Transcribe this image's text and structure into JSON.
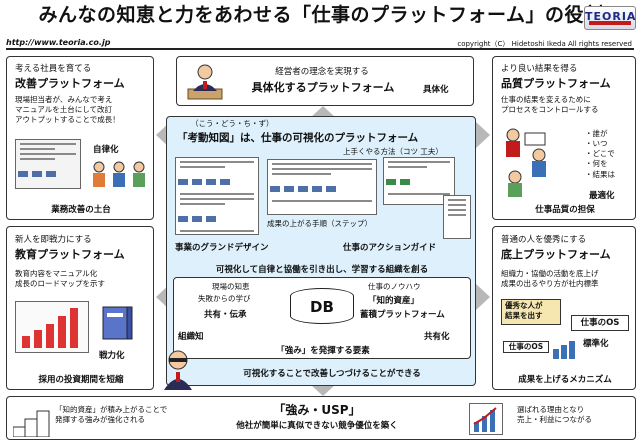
{
  "title": "みんなの知恵と力をあわせる「仕事のプラットフォーム」の役割",
  "url": "http://www.teoria.co.jp",
  "copyright": "copyright（C） Hidetoshi Ikeda All rights reserved",
  "logo": "TEORIA",
  "top_center": {
    "line1": "経営者の理念を実現する",
    "line2": "具体化するプラットフォーム",
    "side": "具体化"
  },
  "top_left": {
    "line1": "考える社員を育てる",
    "line2": "改善プラットフォーム",
    "desc": "現場担当者が、みんなで考え\nマニュアルを土台にして改訂\nアウトプットすることで成長！",
    "side_label": "自律化",
    "bottom": "業務改善の土台"
  },
  "top_right": {
    "line1": "より良い結果を得る",
    "line2": "品質プラットフォーム",
    "desc": "仕事の結果を変えるために\nプロセスをコントロールする",
    "list": [
      "・誰が",
      "・いつ",
      "・どこで",
      "・何を",
      "・結果は"
    ],
    "side_label": "最適化",
    "bottom": "仕事品質の担保"
  },
  "mid_left": {
    "line1": "新人を即戦力にする",
    "line2": "教育プラットフォーム",
    "desc": "教育内容をマニュアル化\n成長のロードマップを示す",
    "side_label": "戦力化",
    "bottom": "採用の投資期間を短縮"
  },
  "mid_right": {
    "line1": "普通の人を優秀にする",
    "line2": "底上プラットフォーム",
    "desc": "組織力・協働の活動を底上げ\n成果の出るやり方が社内標準",
    "tag1": "優秀な人が\n結果を出す",
    "tag2": "仕事のOS",
    "tag3": "仕事のOS",
    "side_label": "標準化",
    "bottom": "成果を上げるメカニズム"
  },
  "center": {
    "ruby": "（こう・どう・ち・ず）",
    "headline": "「考動知図」は、仕事の可視化のプラットフォーム",
    "caption_right": "上手くやる方法（コツ 工夫）",
    "caption_steps": "成果の上がる手順（ステップ）",
    "left_label": "事業のグランドデザイン",
    "right_label": "仕事のアクションガイド",
    "mid_line": "可視化して自律と協働を引き出し、学習する組織を創る",
    "db": {
      "left1": "現場の知恵",
      "left2": "失敗からの学び",
      "left3": "共有・伝承",
      "center": "DB",
      "right1": "仕事のノウハウ",
      "right2": "「知的資産」",
      "right3": "蓄積プラットフォーム",
      "bl": "組織知",
      "br": "共有化",
      "bottom": "「強み」を発揮する要素"
    },
    "bottom_line": "可視化することで改善しつづけることができる"
  },
  "bottom_bar": {
    "left": "「知的資産」が積み上がることで\n発揮する強みが強化される",
    "title1": "「強み・USP」",
    "title2": "他社が簡単に真似できない競争優位を築く",
    "right": "選ばれる理由となり\n売上・利益につながる"
  }
}
